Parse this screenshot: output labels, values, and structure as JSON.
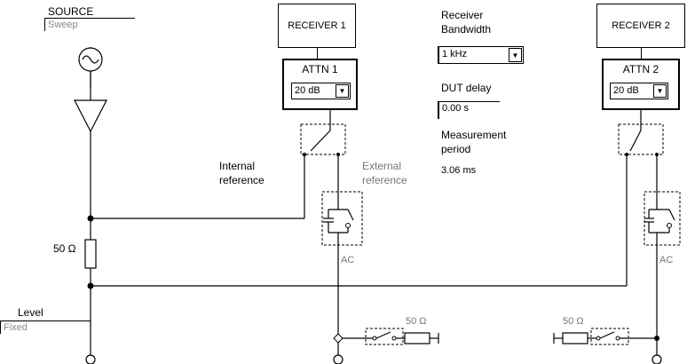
{
  "source": {
    "label": "SOURCE",
    "mode": "Sweep"
  },
  "level": {
    "label": "Level",
    "mode": "Fixed"
  },
  "resistor_label": "50 Ω",
  "receiver1": {
    "title": "RECEIVER 1"
  },
  "receiver2": {
    "title": "RECEIVER 2"
  },
  "attn1": {
    "title": "ATTN 1",
    "value": "20 dB"
  },
  "attn2": {
    "title": "ATTN 2",
    "value": "20 dB"
  },
  "bandwidth": {
    "label_line1": "Receiver",
    "label_line2": "Bandwidth",
    "value": "1 kHz"
  },
  "dut_delay": {
    "label": "DUT delay",
    "value": "0.00 s"
  },
  "measurement": {
    "label_line1": "Measurement",
    "label_line2": "period",
    "value": "3.06 ms"
  },
  "internal_ref": {
    "line1": "Internal",
    "line2": "reference"
  },
  "external_ref": {
    "line1": "External",
    "line2": "reference"
  },
  "ac1": "AC",
  "ac2": "AC",
  "term1_label": "50 Ω",
  "term2_label": "50 Ω"
}
